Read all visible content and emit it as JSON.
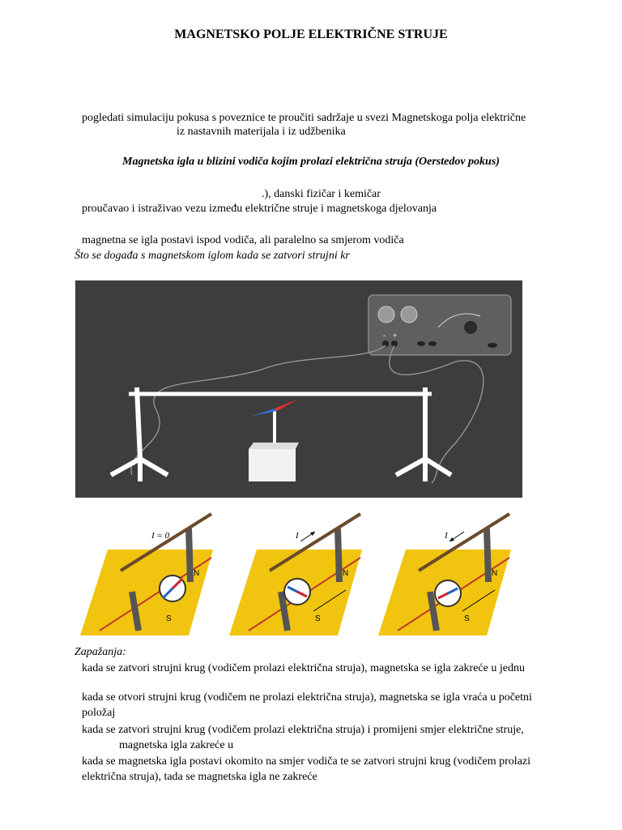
{
  "title": "MAGNETSKO POLJE ELEKTRIČNE STRUJE",
  "intro": {
    "line1": "pogledati simulaciju pokusa s poveznice te proučiti sadržaje u svezi Magnetskoga polja električne",
    "line2": "iz nastavnih materijala i iz udžbenika"
  },
  "subtitle": "Magnetska igla u blizini vodiča kojim prolazi električna struja (Oerstedov pokus)",
  "para": {
    "line1": ".), danski fizičar i kemičar",
    "line2": "proučavao i istraživao vezu između električne struje i magnetskoga djelovanja",
    "line3": "magnetna se igla postavi ispod vodiča, ali paralelno sa smjerom vodiča",
    "question": "Što se događa s magnetskom iglom kada se zatvori strujni kr"
  },
  "figures": {
    "f1_label": "I = 0",
    "f2_label": "I",
    "f3_label": "I",
    "n": "N",
    "s": "S"
  },
  "observations": {
    "heading": "Zapažanja:",
    "o1": "kada se zatvori strujni krug (vodičem prolazi električna struja), magnetska se igla zakreće u jednu",
    "o2a": "kada se otvori strujni krug (vodičem ne prolazi električna struja), magnetska se igla vraća u početni",
    "o2b": "položaj",
    "o3a": "kada se zatvori strujni krug (vodičem prolazi električna struja) i promijeni smjer električne struje,",
    "o3b": "magnetska igla zakreće u",
    "o4a": "kada se magnetska igla postavi okomito na smjer vodiča te se zatvori strujni krug (vodičem prolazi",
    "o4b": "električna struja), tada se magnetska igla ne zakreće"
  },
  "power_supply": {
    "minus": "-",
    "plus": "+"
  }
}
